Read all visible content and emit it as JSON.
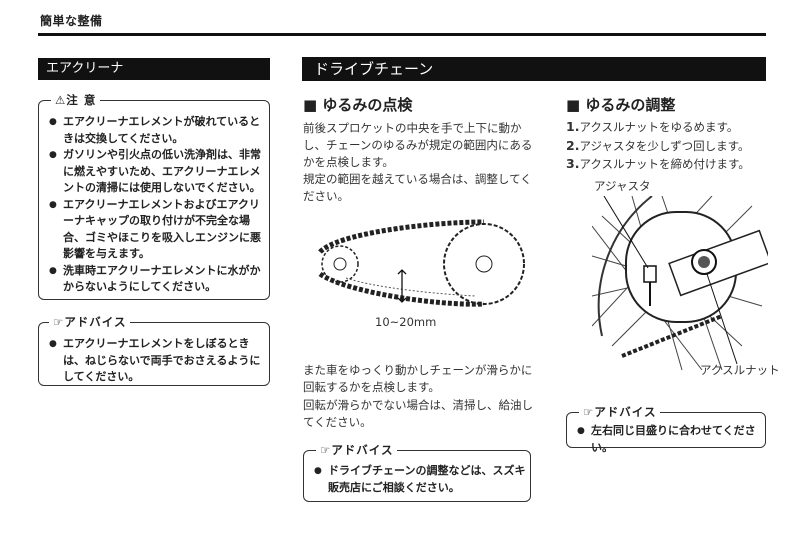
{
  "header": {
    "title": "簡単な整備"
  },
  "left": {
    "bar_title": "エアクリーナ",
    "caution": {
      "label": "⚠注 意",
      "items": [
        "エアクリーナエレメントが破れているときは交換してください。",
        "ガソリンや引火点の低い洗浄剤は、非常に燃えやすいため、エアクリーナエレメントの清掃には使用しないでください。",
        "エアクリーナエレメントおよびエアクリーナキャップの取り付けが不完全な場合、ゴミやほこりを吸入しエンジンに悪影響を与えます。",
        "洗車時エアクリーナエレメントに水がかからないようにしてください。"
      ]
    },
    "advice": {
      "label": "アドバイス",
      "items": [
        "エアクリーナエレメントをしぼるときは、ねじらないで両手でおさえるようにしてください。"
      ]
    }
  },
  "right": {
    "bar_title": "ドライブチェーン",
    "check": {
      "title": "■ ゆるみの点検",
      "text1": "前後スプロケットの中央を手で上下に動かし、チェーンのゆるみが規定の範囲内にあるかを点検します。",
      "text2": "規定の範囲を越えている場合は、調整してください。",
      "slack_label": "10~20mm",
      "text3": "また車をゆっくり動かしチェーンが滑らかに回転するかを点検します。",
      "text4": "回転が滑らかでない場合は、清掃し、給油してください。",
      "advice": {
        "label": "アドバイス",
        "items": [
          "ドライブチェーンの調整などは、スズキ販売店にご相談ください。"
        ]
      }
    },
    "adjust": {
      "title": "■ ゆるみの調整",
      "steps": [
        {
          "num": "1.",
          "text": "アクスルナットをゆるめます。"
        },
        {
          "num": "2.",
          "text": "アジャスタを少しずつ回します。"
        },
        {
          "num": "3.",
          "text": "アクスルナットを締め付けます。"
        }
      ],
      "label_adjuster": "アジャスタ",
      "label_axle_nut": "アクスルナット",
      "advice": {
        "label": "アドバイス",
        "items": [
          "左右同じ目盛りに合わせてください。"
        ]
      }
    }
  }
}
